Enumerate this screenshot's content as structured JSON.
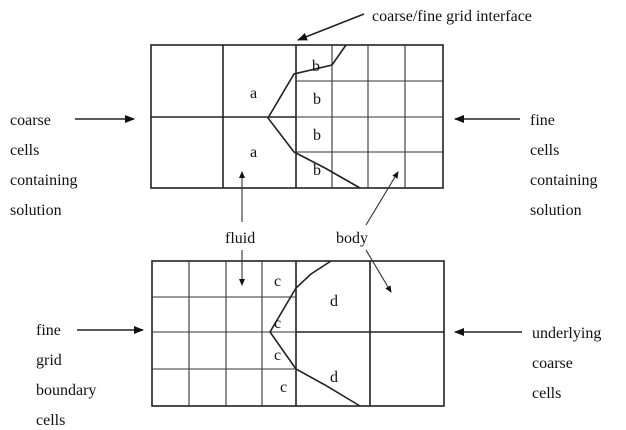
{
  "annotations": {
    "interface": "coarse/fine grid interface",
    "coarse_solution": [
      "coarse",
      "cells",
      "containing",
      "solution"
    ],
    "fine_solution": [
      "fine",
      "cells",
      "containing",
      "solution"
    ],
    "fluid": "fluid",
    "body": "body",
    "fine_boundary": [
      "fine",
      "grid",
      "boundary",
      "cells"
    ],
    "underlying_coarse": [
      "underlying",
      "coarse",
      "cells"
    ]
  },
  "cell_labels": {
    "a": "a",
    "b": "b",
    "c": "c",
    "d": "d"
  }
}
